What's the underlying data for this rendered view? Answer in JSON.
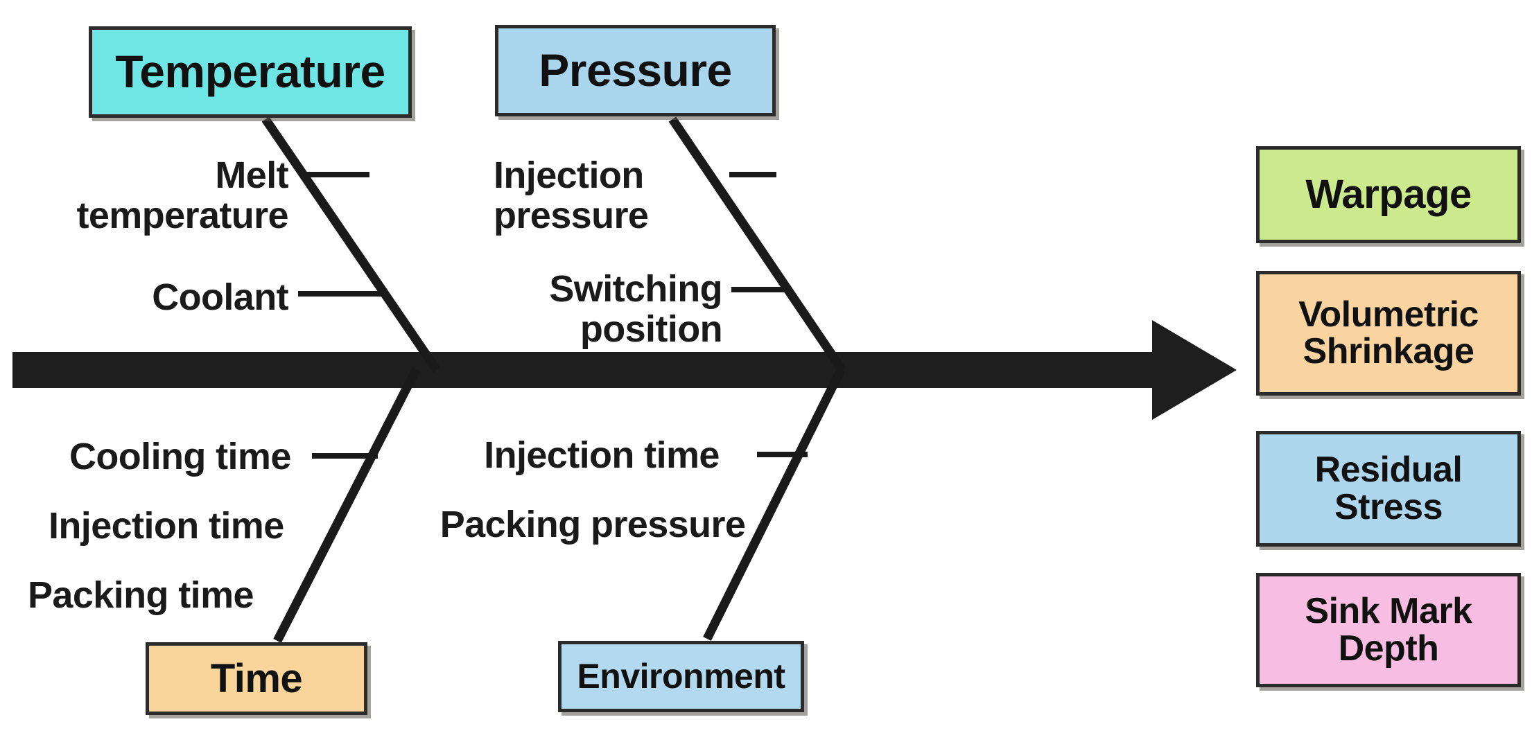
{
  "diagram": {
    "type": "fishbone-ishikawa",
    "title": "",
    "spine": {
      "name": "main-spine-arrow",
      "direction": "right",
      "color": "#1e1e1e"
    },
    "categories": [
      {
        "id": "temperature",
        "label": "Temperature",
        "color": "#6EE6E6",
        "position": "top-left",
        "causes": [
          "Melt\ntemperature",
          "Coolant"
        ]
      },
      {
        "id": "pressure",
        "label": "Pressure",
        "color": "#A9D5ED",
        "position": "top-right",
        "causes": [
          "Injection\npressure",
          "Switching\nposition"
        ]
      },
      {
        "id": "time",
        "label": "Time",
        "color": "#F9D49B",
        "position": "bottom-left",
        "causes": [
          "Cooling time",
          "Injection time",
          "Packing time"
        ]
      },
      {
        "id": "environment",
        "label": "Environment",
        "color": "#B3D9EF",
        "position": "bottom-right",
        "causes": [
          "Injection time",
          "Packing pressure"
        ]
      }
    ],
    "causes": {
      "melt_temperature": "Melt\ntemperature",
      "coolant": "Coolant",
      "injection_pressure": "Injection\npressure",
      "switching_position": "Switching\nposition",
      "cooling_time": "Cooling time",
      "injection_time_left": "Injection time",
      "packing_time": "Packing time",
      "injection_time_mid": "Injection time",
      "packing_pressure": "Packing pressure"
    },
    "effects": [
      {
        "id": "warpage",
        "label": "Warpage",
        "color": "#CDE98E"
      },
      {
        "id": "shrinkage",
        "label": "Volumetric\nShrinkage",
        "color": "#FAD4A0"
      },
      {
        "id": "residual",
        "label": "Residual\nStress",
        "color": "#AED7EE"
      },
      {
        "id": "sinkmark",
        "label": "Sink Mark\nDepth",
        "color": "#F8BEE2"
      }
    ]
  }
}
